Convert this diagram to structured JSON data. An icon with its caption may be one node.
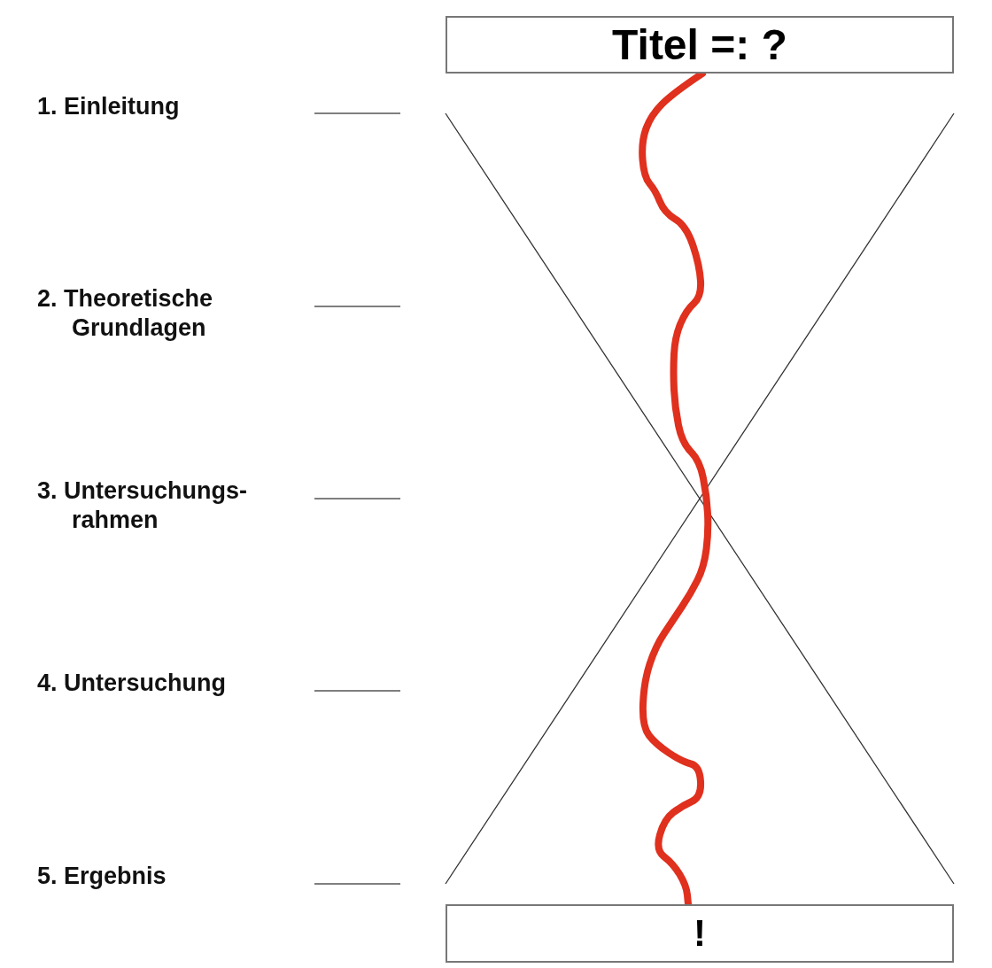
{
  "diagram": {
    "nodes": [
      {
        "text": [
          "Titel =: ?"
        ]
      },
      {
        "text": [
          "!"
        ]
      }
    ],
    "edges": [
      {
        "from": 0,
        "to": 1,
        "arrow": "none",
        "color": "#e0301e"
      }
    ],
    "labels": [
      "1. Einleitung",
      "2. Theoretische Grundlagen",
      "3. Untersuchungs- rahmen",
      "4. Untersuchung",
      "5. Ergebnis"
    ]
  }
}
